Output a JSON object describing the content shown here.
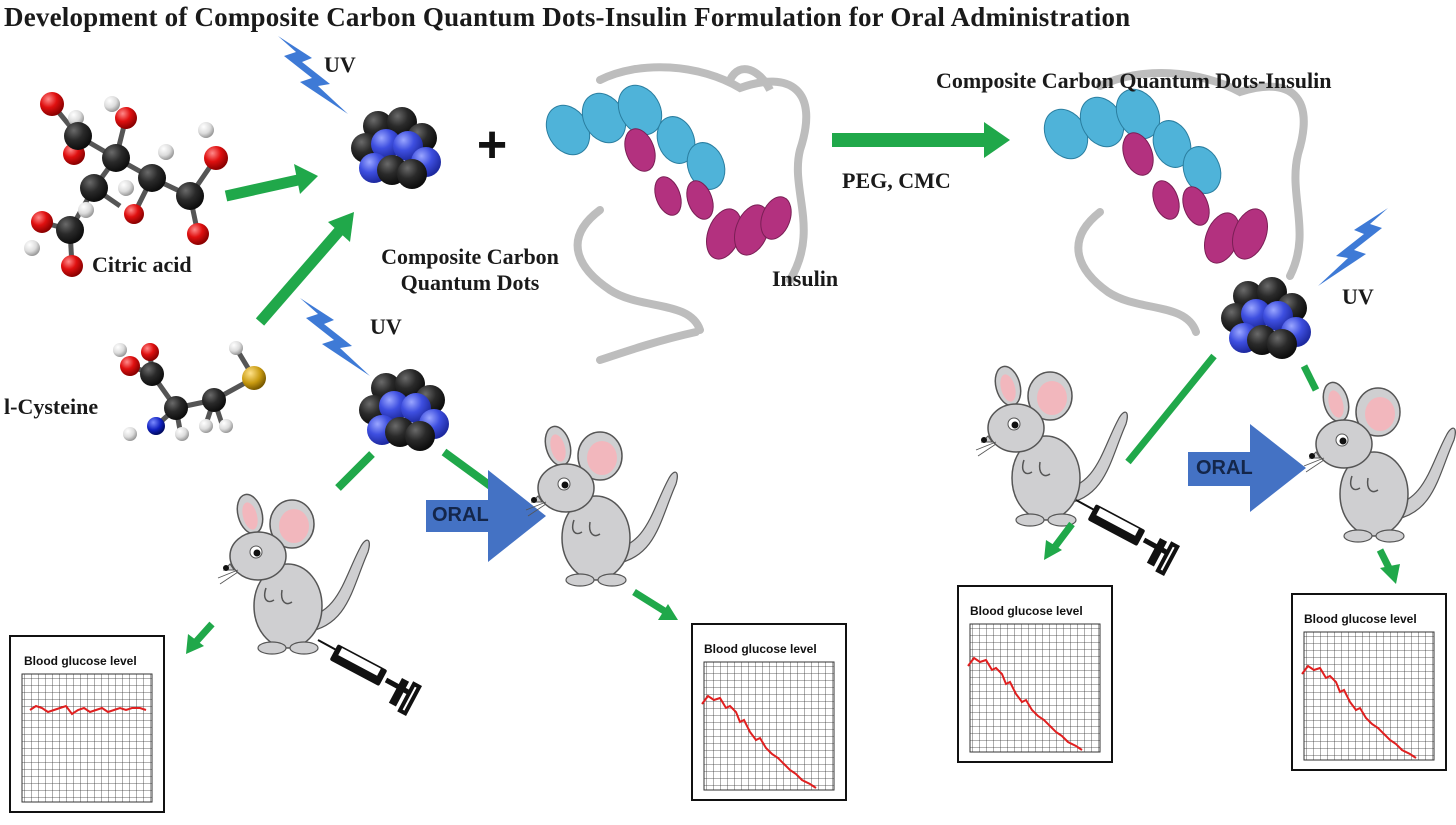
{
  "title": "Development of Composite Carbon Quantum Dots-Insulin Formulation for Oral Administration",
  "labels": {
    "uv_top": "UV",
    "uv_middle": "UV",
    "uv_right": "UV",
    "citric_acid": "Citric acid",
    "l_cysteine": "l-Cysteine",
    "cqd_line1": "Composite Carbon",
    "cqd_line2": "Quantum Dots",
    "insulin": "Insulin",
    "peg_cmc": "PEG, CMC",
    "cqd_insulin": "Composite Carbon Quantum Dots-Insulin",
    "plus": "+"
  },
  "oral_labels": [
    "ORAL",
    "ORAL"
  ],
  "graphs": [
    {
      "title": "Blood glucose level",
      "trend": "flat"
    },
    {
      "title": "Blood glucose level",
      "trend": "decrease"
    },
    {
      "title": "Blood glucose level",
      "trend": "decrease"
    },
    {
      "title": "Blood glucose level",
      "trend": "decrease"
    }
  ],
  "colors": {
    "arrow_green": "#20a84a",
    "arrow_blue": "#4472c4",
    "uv_blue": "#3e7ad6",
    "helix_blue": "#4fb3d9",
    "helix_magenta": "#b3317f",
    "glucose_line": "#e02020",
    "atom_red": "#e01010",
    "atom_black": "#1c1c1c",
    "qd_black": "#222222",
    "qd_blue": "#3a4fd6",
    "mouse_body": "#cfcfd1",
    "mouse_ear": "#f2b7bd"
  },
  "icons": [
    "lightning-icon",
    "quantum-dot-icon",
    "mouse-icon",
    "syringe-icon",
    "molecule-icon",
    "protein-icon"
  ]
}
